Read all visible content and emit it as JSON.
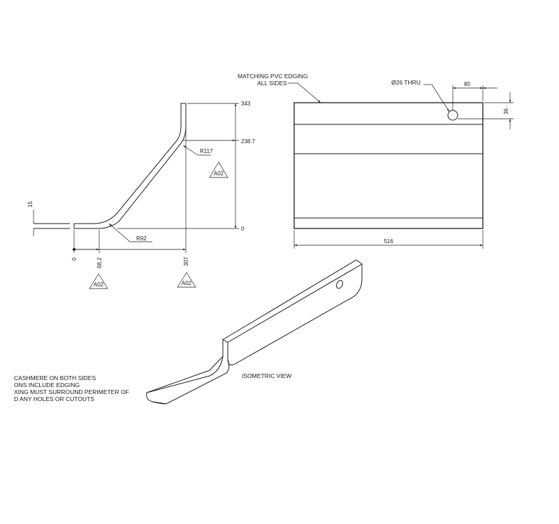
{
  "side_view": {
    "dims": {
      "d343": "343",
      "d238_7": "238.7",
      "d0_right": "0",
      "d15": "15",
      "d0_bottom": "0",
      "d68_2": "68.2",
      "d307": "307",
      "r117": "R117",
      "r92": "R92"
    },
    "markers": {
      "m1": "A02",
      "m2": "A02",
      "m3": "A02"
    }
  },
  "front_view": {
    "edging_note_line1": "MATCHING PVC EDGING",
    "edging_note_line2": "ALL SIDES",
    "hole_note": "Ø26 THRU",
    "d80": "80",
    "d36": "36",
    "d516": "516"
  },
  "isometric": {
    "label": "ISOMETRIC VIEW"
  },
  "notes": [
    "CASHMERE ON BOTH SIDES",
    "ONS INCLUDE EDGING",
    "XING MUST SURROUND PERIMETER OF",
    "D ANY HOLES OR CUTOUTS"
  ]
}
